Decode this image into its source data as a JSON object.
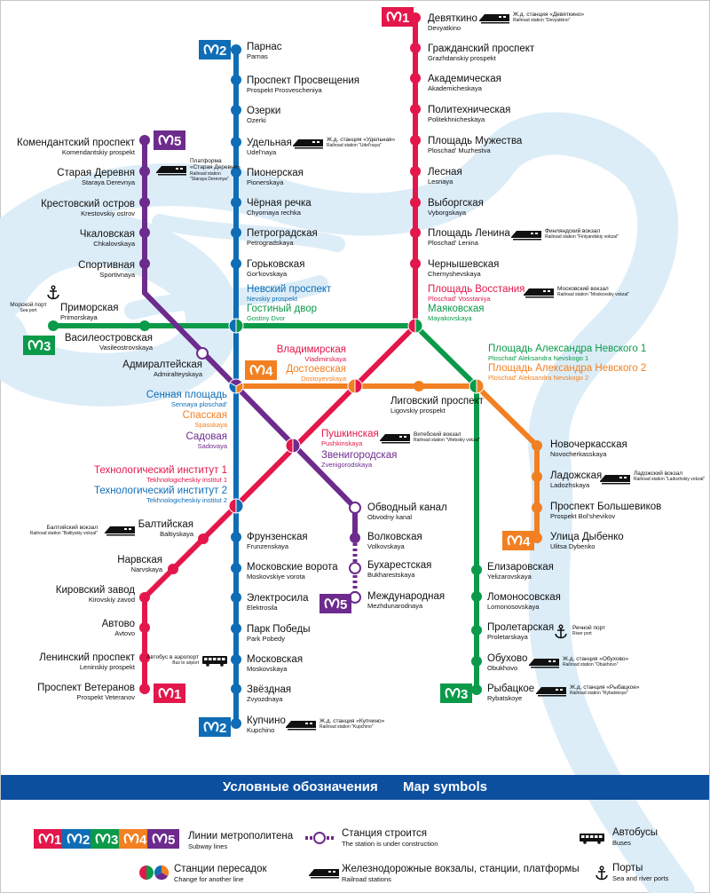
{
  "colors": {
    "line1": "#e3174b",
    "line2": "#0f6db6",
    "line3": "#0b9a49",
    "line4": "#f28022",
    "line5": "#6d2b8d",
    "river": "#dcedf8",
    "legend_band": "#0d4f9f"
  },
  "badges": {
    "line1": "1",
    "line2": "2",
    "line3": "3",
    "line4": "4",
    "line5": "5"
  },
  "lines": [
    {
      "id": "line1",
      "stations": [
        {
          "ru": "Девяткино",
          "en": "Devyatkino"
        },
        {
          "ru": "Гражданский проспект",
          "en": "Grazhdanskiy prospekt"
        },
        {
          "ru": "Академическая",
          "en": "Akademicheskaya"
        },
        {
          "ru": "Политехническая",
          "en": "Politekhnicheskaya"
        },
        {
          "ru": "Площадь Мужества",
          "en": "Ploschad' Muzhestva"
        },
        {
          "ru": "Лесная",
          "en": "Lesnaya"
        },
        {
          "ru": "Выборгская",
          "en": "Vyborgskaya"
        },
        {
          "ru": "Площадь Ленина",
          "en": "Ploschad' Lenina"
        },
        {
          "ru": "Чернышевская",
          "en": "Chernyshevskaya"
        },
        {
          "ru": "Площадь Восстания",
          "en": "Ploschad' Vosstaniya"
        },
        {
          "ru": "Владимирская",
          "en": "Vladimirskaya"
        },
        {
          "ru": "Пушкинская",
          "en": "Pushkinskaya"
        },
        {
          "ru": "Технологический институт 1",
          "en": "Tekhnologicheskiy institut 1"
        },
        {
          "ru": "Балтийская",
          "en": "Baltiyskaya"
        },
        {
          "ru": "Нарвская",
          "en": "Narvskaya"
        },
        {
          "ru": "Кировский завод",
          "en": "Kirovskiy zavod"
        },
        {
          "ru": "Автово",
          "en": "Avtovo"
        },
        {
          "ru": "Ленинский проспект",
          "en": "Leninskiy prospekt"
        },
        {
          "ru": "Проспект Ветеранов",
          "en": "Prospekt Veteranov"
        }
      ]
    },
    {
      "id": "line2",
      "stations": [
        {
          "ru": "Парнас",
          "en": "Parnas"
        },
        {
          "ru": "Проспект Просвещения",
          "en": "Prospekt Prosvescheniya"
        },
        {
          "ru": "Озерки",
          "en": "Ozerki"
        },
        {
          "ru": "Удельная",
          "en": "Udel'naya"
        },
        {
          "ru": "Пионерская",
          "en": "Pionerskaya"
        },
        {
          "ru": "Чёрная речка",
          "en": "Chyornaya rechka"
        },
        {
          "ru": "Петроградская",
          "en": "Petrogradskaya"
        },
        {
          "ru": "Горьковская",
          "en": "Gor'kovskaya"
        },
        {
          "ru": "Невский проспект",
          "en": "Nevskiy prospekt"
        },
        {
          "ru": "Сенная площадь",
          "en": "Sennaya ploschad'"
        },
        {
          "ru": "Технологический институт 2",
          "en": "Tekhnologicheskiy institut 2"
        },
        {
          "ru": "Фрунзенская",
          "en": "Frunzenskaya"
        },
        {
          "ru": "Московские ворота",
          "en": "Moskovskiye vorota"
        },
        {
          "ru": "Электросила",
          "en": "Elektrosila"
        },
        {
          "ru": "Парк Победы",
          "en": "Park Pobedy"
        },
        {
          "ru": "Московская",
          "en": "Moskovskaya"
        },
        {
          "ru": "Звёздная",
          "en": "Zvyozdnaya"
        },
        {
          "ru": "Купчино",
          "en": "Kupchino"
        }
      ]
    },
    {
      "id": "line3",
      "stations": [
        {
          "ru": "Приморская",
          "en": "Primorskaya"
        },
        {
          "ru": "Василеостровская",
          "en": "Vasileostrovskaya"
        },
        {
          "ru": "Гостиный двор",
          "en": "Gostiny Dvor"
        },
        {
          "ru": "Маяковская",
          "en": "Mayakovskaya"
        },
        {
          "ru": "Площадь Александра Невского 1",
          "en": "Ploschad' Aleksandra Nevskogo 1"
        },
        {
          "ru": "Елизаровская",
          "en": "Yelizarovskaya"
        },
        {
          "ru": "Ломоносовская",
          "en": "Lomonosovskaya"
        },
        {
          "ru": "Пролетарская",
          "en": "Proletarskaya"
        },
        {
          "ru": "Обухово",
          "en": "Obukhovo"
        },
        {
          "ru": "Рыбацкое",
          "en": "Rybatskoye"
        }
      ]
    },
    {
      "id": "line4",
      "stations": [
        {
          "ru": "Спасская",
          "en": "Spasskaya"
        },
        {
          "ru": "Достоевская",
          "en": "Dostoyevskaya"
        },
        {
          "ru": "Лиговский проспект",
          "en": "Ligovskiy prospekt"
        },
        {
          "ru": "Площадь Александра Невского 2",
          "en": "Ploschad' Aleksandra Nevskogo 2"
        },
        {
          "ru": "Новочеркасская",
          "en": "Novocherkasskaya"
        },
        {
          "ru": "Ладожская",
          "en": "Ladozhskaya"
        },
        {
          "ru": "Проспект Большевиков",
          "en": "Prospekt Bol'shevikov"
        },
        {
          "ru": "Улица Дыбенко",
          "en": "Ulitsa Dybenko"
        }
      ]
    },
    {
      "id": "line5",
      "stations": [
        {
          "ru": "Комендантский проспект",
          "en": "Komendantskiy prospekt"
        },
        {
          "ru": "Старая Деревня",
          "en": "Staraya Derevnya"
        },
        {
          "ru": "Крестовский остров",
          "en": "Krestovskiy ostrov"
        },
        {
          "ru": "Чкаловская",
          "en": "Chkalovskaya"
        },
        {
          "ru": "Спортивная",
          "en": "Sportivnaya"
        },
        {
          "ru": "Адмиралтейская",
          "en": "Admiralteyskaya"
        },
        {
          "ru": "Садовая",
          "en": "Sadovaya"
        },
        {
          "ru": "Звенигородская",
          "en": "Zvenigorodskaya"
        },
        {
          "ru": "Обводный канал",
          "en": "Obvodny kanal"
        },
        {
          "ru": "Волковская",
          "en": "Volkovskaya"
        },
        {
          "ru": "Бухарестская",
          "en": "Bukharestskaya"
        },
        {
          "ru": "Международная",
          "en": "Mezhdunarodnaya"
        }
      ]
    }
  ],
  "notes": [
    {
      "icon": "train",
      "ru": "Ж.д. станция «Девяткино»",
      "en": "Railroad station \"Devyatkino\""
    },
    {
      "icon": "train",
      "ru": "Ж.д. станция «Удельная»",
      "en": "Railroad station \"Udel'naya\""
    },
    {
      "icon": "train",
      "ru": "Платформа «Старая Деревня»",
      "en": "Railroad station \"Staraya Derevnya\""
    },
    {
      "icon": "train",
      "ru": "Финляндский вокзал",
      "en": "Railroad station \"Finlyandskiy vokzal\""
    },
    {
      "icon": "train",
      "ru": "Московский вокзал",
      "en": "Railroad station \"Moskovskiy vokzal\""
    },
    {
      "icon": "train",
      "ru": "Витебский вокзал",
      "en": "Railroad station \"Vitebskiy vokzal\""
    },
    {
      "icon": "train",
      "ru": "Ладожский вокзал",
      "en": "Railroad station \"Ladozhskiy vokzal\""
    },
    {
      "icon": "train",
      "ru": "Балтийский вокзал",
      "en": "Railroad station \"Baltiyskiy vokzal\""
    },
    {
      "icon": "train",
      "ru": "Ж.д. станция «Купчино»",
      "en": "Railroad station \"Kupchino\""
    },
    {
      "icon": "train",
      "ru": "Ж.д. станция «Обухово»",
      "en": "Railroad station \"Obukhovo\""
    },
    {
      "icon": "train",
      "ru": "Ж.д. станция «Рыбацкое»",
      "en": "Railroad station \"Rybatskoye\""
    },
    {
      "icon": "bus",
      "ru": "Автобус в аэропорт",
      "en": "Bus to airport"
    },
    {
      "icon": "anchor",
      "ru": "Морской порт",
      "en": "Sea port"
    },
    {
      "icon": "anchor",
      "ru": "Речной порт",
      "en": "River port"
    }
  ],
  "legend": {
    "title_ru": "Условные обозначения",
    "title_en": "Map symbols",
    "lines_ru": "Линии метрополитена",
    "lines_en": "Subway lines",
    "construction_ru": "Станция строится",
    "construction_en": "The station is under construction",
    "buses_ru": "Автобусы",
    "buses_en": "Buses",
    "transfer_ru": "Станции пересадок",
    "transfer_en": "Change for another line",
    "rail_ru": "Железнодорожные вокзалы, станции, платформы",
    "rail_en": "Railroad stations",
    "ports_ru": "Порты",
    "ports_en": "Sea and river ports"
  }
}
